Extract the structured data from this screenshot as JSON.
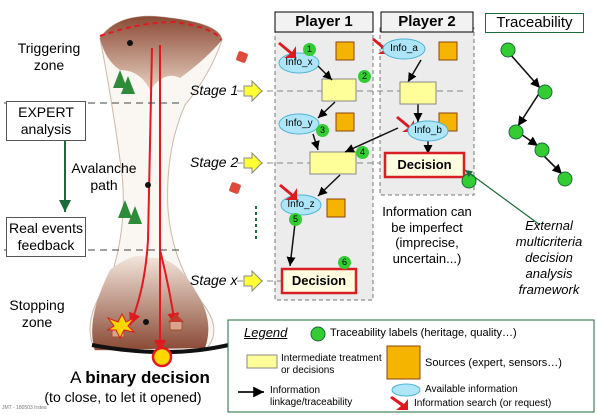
{
  "left_panel": {
    "triggering_zone": "Triggering zone",
    "expert_analysis": "EXPERT analysis",
    "avalanche_path": "Avalanche path",
    "real_events_feedback": "Real events feedback",
    "stopping_zone": "Stopping zone",
    "binary_prefix": "A",
    "binary_bold": "binary decision",
    "binary_sub": "(to close, to let it opened)",
    "credit": "JMT - 180503 Irstea"
  },
  "stages": [
    "Stage 1",
    "Stage 2",
    "Stage x"
  ],
  "players": {
    "player1": {
      "title": "Player 1",
      "infos": [
        "Info_x",
        "Info_y",
        "Info_z"
      ],
      "numbers": [
        "1",
        "2",
        "3",
        "4",
        "5",
        "6"
      ],
      "decision": "Decision"
    },
    "player2": {
      "title": "Player 2",
      "infos": [
        "Info_a",
        "Info_b"
      ],
      "decision": "Decision"
    }
  },
  "information_note": "Information can be imperfect (imprecise, uncertain...)",
  "traceability_title": "Traceability",
  "external_note": "External multicriteria decision analysis framework",
  "legend": {
    "title": "Legend",
    "traceability_labels": "Traceability labels (heritage, quality…)",
    "intermediate": "Intermediate treatment or decisions",
    "sources": "Sources (expert, sensors…)",
    "linkage": "Information linkage/traceability",
    "available": "Available information",
    "search": "Information search (or request)"
  },
  "colors": {
    "green_label": "#33cc33",
    "info_ellipse": "#aee6f7",
    "yellow_box": "#ffff99",
    "decision_red": "#d81f26",
    "terrain": "#8a4a35",
    "arrow_red": "#e0191f",
    "stage_arrow": "#ffff33"
  }
}
